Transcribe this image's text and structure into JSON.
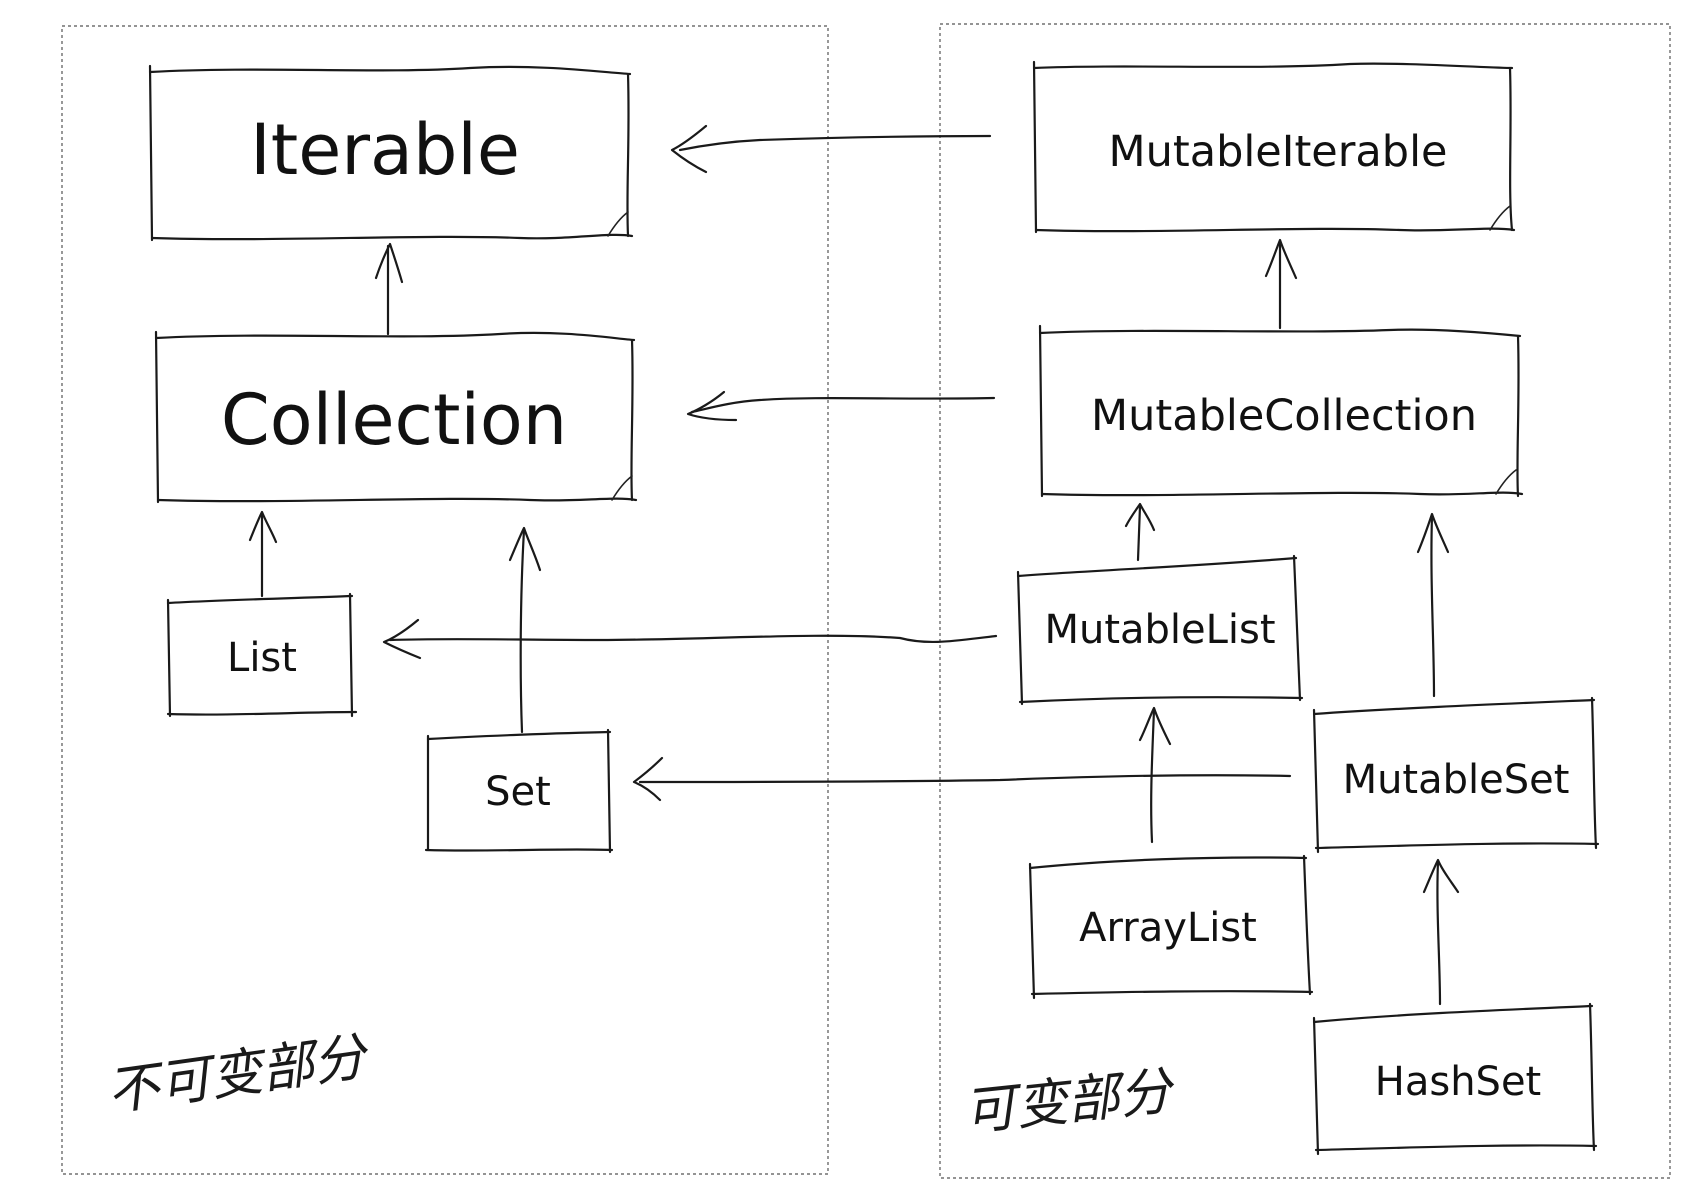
{
  "panels": {
    "immutable": {
      "label": "不可变部分"
    },
    "mutable": {
      "label": "可变部分"
    }
  },
  "nodes": {
    "iterable": "Iterable",
    "collection": "Collection",
    "list": "List",
    "set": "Set",
    "mutable_iterable": "MutableIterable",
    "mutable_collection": "MutableCollection",
    "mutable_list": "MutableList",
    "mutable_set": "MutableSet",
    "array_list": "ArrayList",
    "hash_set": "HashSet"
  },
  "edges": [
    {
      "from": "collection",
      "to": "iterable"
    },
    {
      "from": "list",
      "to": "collection"
    },
    {
      "from": "set",
      "to": "collection"
    },
    {
      "from": "mutable_iterable",
      "to": "iterable"
    },
    {
      "from": "mutable_collection",
      "to": "mutable_iterable"
    },
    {
      "from": "mutable_collection",
      "to": "collection"
    },
    {
      "from": "mutable_list",
      "to": "mutable_collection"
    },
    {
      "from": "mutable_list",
      "to": "list"
    },
    {
      "from": "mutable_set",
      "to": "mutable_collection"
    },
    {
      "from": "mutable_set",
      "to": "set"
    },
    {
      "from": "array_list",
      "to": "mutable_list"
    },
    {
      "from": "hash_set",
      "to": "mutable_set"
    }
  ],
  "colors": {
    "stroke": "#1a1a1a",
    "background": "#ffffff",
    "panel_border": "#555555"
  }
}
